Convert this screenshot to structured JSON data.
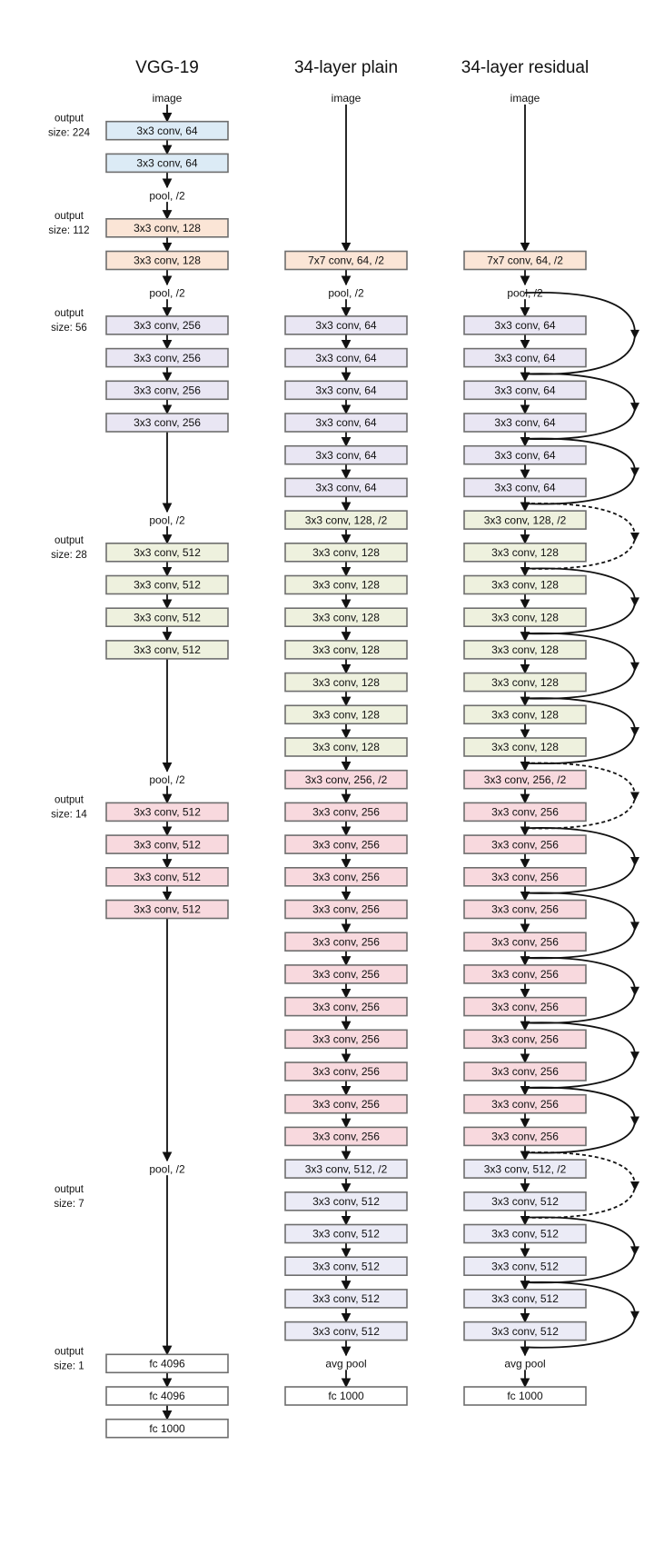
{
  "colors": {
    "stage1": "#dcebf6",
    "stage2": "#fbe5d6",
    "stage3": "#e9e6f3",
    "stage4": "#eef1de",
    "stage5": "#f8d9de",
    "stage6": "#ebebf6",
    "fc": "#ffffff",
    "border": "#6e6e6e"
  },
  "output_labels": [
    {
      "line1": "output",
      "line2": "size: 224"
    },
    {
      "line1": "output",
      "line2": "size: 112"
    },
    {
      "line1": "output",
      "line2": "size: 56"
    },
    {
      "line1": "output",
      "line2": "size: 28"
    },
    {
      "line1": "output",
      "line2": "size: 14"
    },
    {
      "line1": "output",
      "line2": "size: 7"
    },
    {
      "line1": "output",
      "line2": "size: 1"
    }
  ],
  "columns": [
    {
      "id": "vgg",
      "title": "VGG-19",
      "residual": false,
      "nodes": [
        {
          "row": 0,
          "text": "image",
          "type": "text"
        },
        {
          "row": 1,
          "text": "3x3 conv, 64",
          "type": "box",
          "color": "stage1"
        },
        {
          "row": 2,
          "text": "3x3 conv, 64",
          "type": "box",
          "color": "stage1"
        },
        {
          "row": 3,
          "text": "pool, /2",
          "type": "text"
        },
        {
          "row": 4,
          "text": "3x3 conv, 128",
          "type": "box",
          "color": "stage2"
        },
        {
          "row": 5,
          "text": "3x3 conv, 128",
          "type": "box",
          "color": "stage2"
        },
        {
          "row": 6,
          "text": "pool, /2",
          "type": "text"
        },
        {
          "row": 7,
          "text": "3x3 conv, 256",
          "type": "box",
          "color": "stage3"
        },
        {
          "row": 8,
          "text": "3x3 conv, 256",
          "type": "box",
          "color": "stage3"
        },
        {
          "row": 9,
          "text": "3x3 conv, 256",
          "type": "box",
          "color": "stage3"
        },
        {
          "row": 10,
          "text": "3x3 conv, 256",
          "type": "box",
          "color": "stage3"
        },
        {
          "row": 13,
          "text": "pool, /2",
          "type": "text"
        },
        {
          "row": 14,
          "text": "3x3 conv, 512",
          "type": "box",
          "color": "stage4"
        },
        {
          "row": 15,
          "text": "3x3 conv, 512",
          "type": "box",
          "color": "stage4"
        },
        {
          "row": 16,
          "text": "3x3 conv, 512",
          "type": "box",
          "color": "stage4"
        },
        {
          "row": 17,
          "text": "3x3 conv, 512",
          "type": "box",
          "color": "stage4"
        },
        {
          "row": 21,
          "text": "pool, /2",
          "type": "text"
        },
        {
          "row": 22,
          "text": "3x3 conv, 512",
          "type": "box",
          "color": "stage5"
        },
        {
          "row": 23,
          "text": "3x3 conv, 512",
          "type": "box",
          "color": "stage5"
        },
        {
          "row": 24,
          "text": "3x3 conv, 512",
          "type": "box",
          "color": "stage5"
        },
        {
          "row": 25,
          "text": "3x3 conv, 512",
          "type": "box",
          "color": "stage5"
        },
        {
          "row": 33,
          "text": "pool, /2",
          "type": "text"
        },
        {
          "row": 39,
          "text": "fc 4096",
          "type": "box",
          "color": "fc"
        },
        {
          "row": 40,
          "text": "fc 4096",
          "type": "box",
          "color": "fc"
        },
        {
          "row": 41,
          "text": "fc 1000",
          "type": "box",
          "color": "fc"
        }
      ]
    },
    {
      "id": "plain",
      "title": "34-layer plain",
      "residual": false,
      "nodes": [
        {
          "row": 0,
          "text": "image",
          "type": "text"
        },
        {
          "row": 5,
          "text": "7x7 conv, 64, /2",
          "type": "box",
          "color": "stage2"
        },
        {
          "row": 6,
          "text": "pool, /2",
          "type": "text"
        },
        {
          "row": 7,
          "text": "3x3 conv, 64",
          "type": "box",
          "color": "stage3"
        },
        {
          "row": 8,
          "text": "3x3 conv, 64",
          "type": "box",
          "color": "stage3"
        },
        {
          "row": 9,
          "text": "3x3 conv, 64",
          "type": "box",
          "color": "stage3"
        },
        {
          "row": 10,
          "text": "3x3 conv, 64",
          "type": "box",
          "color": "stage3"
        },
        {
          "row": 11,
          "text": "3x3 conv, 64",
          "type": "box",
          "color": "stage3"
        },
        {
          "row": 12,
          "text": "3x3 conv, 64",
          "type": "box",
          "color": "stage3"
        },
        {
          "row": 13,
          "text": "3x3 conv, 128, /2",
          "type": "box",
          "color": "stage4"
        },
        {
          "row": 14,
          "text": "3x3 conv, 128",
          "type": "box",
          "color": "stage4"
        },
        {
          "row": 15,
          "text": "3x3 conv, 128",
          "type": "box",
          "color": "stage4"
        },
        {
          "row": 16,
          "text": "3x3 conv, 128",
          "type": "box",
          "color": "stage4"
        },
        {
          "row": 17,
          "text": "3x3 conv, 128",
          "type": "box",
          "color": "stage4"
        },
        {
          "row": 18,
          "text": "3x3 conv, 128",
          "type": "box",
          "color": "stage4"
        },
        {
          "row": 19,
          "text": "3x3 conv, 128",
          "type": "box",
          "color": "stage4"
        },
        {
          "row": 20,
          "text": "3x3 conv, 128",
          "type": "box",
          "color": "stage4"
        },
        {
          "row": 21,
          "text": "3x3 conv, 256, /2",
          "type": "box",
          "color": "stage5"
        },
        {
          "row": 22,
          "text": "3x3 conv, 256",
          "type": "box",
          "color": "stage5"
        },
        {
          "row": 23,
          "text": "3x3 conv, 256",
          "type": "box",
          "color": "stage5"
        },
        {
          "row": 24,
          "text": "3x3 conv, 256",
          "type": "box",
          "color": "stage5"
        },
        {
          "row": 25,
          "text": "3x3 conv, 256",
          "type": "box",
          "color": "stage5"
        },
        {
          "row": 26,
          "text": "3x3 conv, 256",
          "type": "box",
          "color": "stage5"
        },
        {
          "row": 27,
          "text": "3x3 conv, 256",
          "type": "box",
          "color": "stage5"
        },
        {
          "row": 28,
          "text": "3x3 conv, 256",
          "type": "box",
          "color": "stage5"
        },
        {
          "row": 29,
          "text": "3x3 conv, 256",
          "type": "box",
          "color": "stage5"
        },
        {
          "row": 30,
          "text": "3x3 conv, 256",
          "type": "box",
          "color": "stage5"
        },
        {
          "row": 31,
          "text": "3x3 conv, 256",
          "type": "box",
          "color": "stage5"
        },
        {
          "row": 32,
          "text": "3x3 conv, 256",
          "type": "box",
          "color": "stage5"
        },
        {
          "row": 33,
          "text": "3x3 conv, 512, /2",
          "type": "box",
          "color": "stage6"
        },
        {
          "row": 34,
          "text": "3x3 conv, 512",
          "type": "box",
          "color": "stage6"
        },
        {
          "row": 35,
          "text": "3x3 conv, 512",
          "type": "box",
          "color": "stage6"
        },
        {
          "row": 36,
          "text": "3x3 conv, 512",
          "type": "box",
          "color": "stage6"
        },
        {
          "row": 37,
          "text": "3x3 conv, 512",
          "type": "box",
          "color": "stage6"
        },
        {
          "row": 38,
          "text": "3x3 conv, 512",
          "type": "box",
          "color": "stage6"
        },
        {
          "row": 39,
          "text": "avg pool",
          "type": "text"
        },
        {
          "row": 40,
          "text": "fc 1000",
          "type": "box",
          "color": "fc"
        }
      ]
    },
    {
      "id": "residual",
      "title": "34-layer residual",
      "residual": true,
      "nodes": [
        {
          "row": 0,
          "text": "image",
          "type": "text"
        },
        {
          "row": 5,
          "text": "7x7 conv, 64, /2",
          "type": "box",
          "color": "stage2"
        },
        {
          "row": 6,
          "text": "pool, /2",
          "type": "text"
        },
        {
          "row": 7,
          "text": "3x3 conv, 64",
          "type": "box",
          "color": "stage3"
        },
        {
          "row": 8,
          "text": "3x3 conv, 64",
          "type": "box",
          "color": "stage3"
        },
        {
          "row": 9,
          "text": "3x3 conv, 64",
          "type": "box",
          "color": "stage3"
        },
        {
          "row": 10,
          "text": "3x3 conv, 64",
          "type": "box",
          "color": "stage3"
        },
        {
          "row": 11,
          "text": "3x3 conv, 64",
          "type": "box",
          "color": "stage3"
        },
        {
          "row": 12,
          "text": "3x3 conv, 64",
          "type": "box",
          "color": "stage3"
        },
        {
          "row": 13,
          "text": "3x3 conv, 128, /2",
          "type": "box",
          "color": "stage4"
        },
        {
          "row": 14,
          "text": "3x3 conv, 128",
          "type": "box",
          "color": "stage4"
        },
        {
          "row": 15,
          "text": "3x3 conv, 128",
          "type": "box",
          "color": "stage4"
        },
        {
          "row": 16,
          "text": "3x3 conv, 128",
          "type": "box",
          "color": "stage4"
        },
        {
          "row": 17,
          "text": "3x3 conv, 128",
          "type": "box",
          "color": "stage4"
        },
        {
          "row": 18,
          "text": "3x3 conv, 128",
          "type": "box",
          "color": "stage4"
        },
        {
          "row": 19,
          "text": "3x3 conv, 128",
          "type": "box",
          "color": "stage4"
        },
        {
          "row": 20,
          "text": "3x3 conv, 128",
          "type": "box",
          "color": "stage4"
        },
        {
          "row": 21,
          "text": "3x3 conv, 256, /2",
          "type": "box",
          "color": "stage5"
        },
        {
          "row": 22,
          "text": "3x3 conv, 256",
          "type": "box",
          "color": "stage5"
        },
        {
          "row": 23,
          "text": "3x3 conv, 256",
          "type": "box",
          "color": "stage5"
        },
        {
          "row": 24,
          "text": "3x3 conv, 256",
          "type": "box",
          "color": "stage5"
        },
        {
          "row": 25,
          "text": "3x3 conv, 256",
          "type": "box",
          "color": "stage5"
        },
        {
          "row": 26,
          "text": "3x3 conv, 256",
          "type": "box",
          "color": "stage5"
        },
        {
          "row": 27,
          "text": "3x3 conv, 256",
          "type": "box",
          "color": "stage5"
        },
        {
          "row": 28,
          "text": "3x3 conv, 256",
          "type": "box",
          "color": "stage5"
        },
        {
          "row": 29,
          "text": "3x3 conv, 256",
          "type": "box",
          "color": "stage5"
        },
        {
          "row": 30,
          "text": "3x3 conv, 256",
          "type": "box",
          "color": "stage5"
        },
        {
          "row": 31,
          "text": "3x3 conv, 256",
          "type": "box",
          "color": "stage5"
        },
        {
          "row": 32,
          "text": "3x3 conv, 256",
          "type": "box",
          "color": "stage5"
        },
        {
          "row": 33,
          "text": "3x3 conv, 512, /2",
          "type": "box",
          "color": "stage6"
        },
        {
          "row": 34,
          "text": "3x3 conv, 512",
          "type": "box",
          "color": "stage6"
        },
        {
          "row": 35,
          "text": "3x3 conv, 512",
          "type": "box",
          "color": "stage6"
        },
        {
          "row": 36,
          "text": "3x3 conv, 512",
          "type": "box",
          "color": "stage6"
        },
        {
          "row": 37,
          "text": "3x3 conv, 512",
          "type": "box",
          "color": "stage6"
        },
        {
          "row": 38,
          "text": "3x3 conv, 512",
          "type": "box",
          "color": "stage6"
        },
        {
          "row": 39,
          "text": "avg pool",
          "type": "text"
        },
        {
          "row": 40,
          "text": "fc 1000",
          "type": "box",
          "color": "fc"
        }
      ],
      "shortcuts": [
        {
          "from": 6,
          "to": 8,
          "style": "solid"
        },
        {
          "from": 8,
          "to": 10,
          "style": "solid"
        },
        {
          "from": 10,
          "to": 12,
          "style": "solid"
        },
        {
          "from": 12,
          "to": 14,
          "style": "dashed"
        },
        {
          "from": 14,
          "to": 16,
          "style": "solid"
        },
        {
          "from": 16,
          "to": 18,
          "style": "solid"
        },
        {
          "from": 18,
          "to": 20,
          "style": "solid"
        },
        {
          "from": 20,
          "to": 22,
          "style": "dashed"
        },
        {
          "from": 22,
          "to": 24,
          "style": "solid"
        },
        {
          "from": 24,
          "to": 26,
          "style": "solid"
        },
        {
          "from": 26,
          "to": 28,
          "style": "solid"
        },
        {
          "from": 28,
          "to": 30,
          "style": "solid"
        },
        {
          "from": 30,
          "to": 32,
          "style": "solid"
        },
        {
          "from": 32,
          "to": 34,
          "style": "dashed"
        },
        {
          "from": 34,
          "to": 36,
          "style": "solid"
        },
        {
          "from": 36,
          "to": 38,
          "style": "solid"
        }
      ]
    }
  ]
}
